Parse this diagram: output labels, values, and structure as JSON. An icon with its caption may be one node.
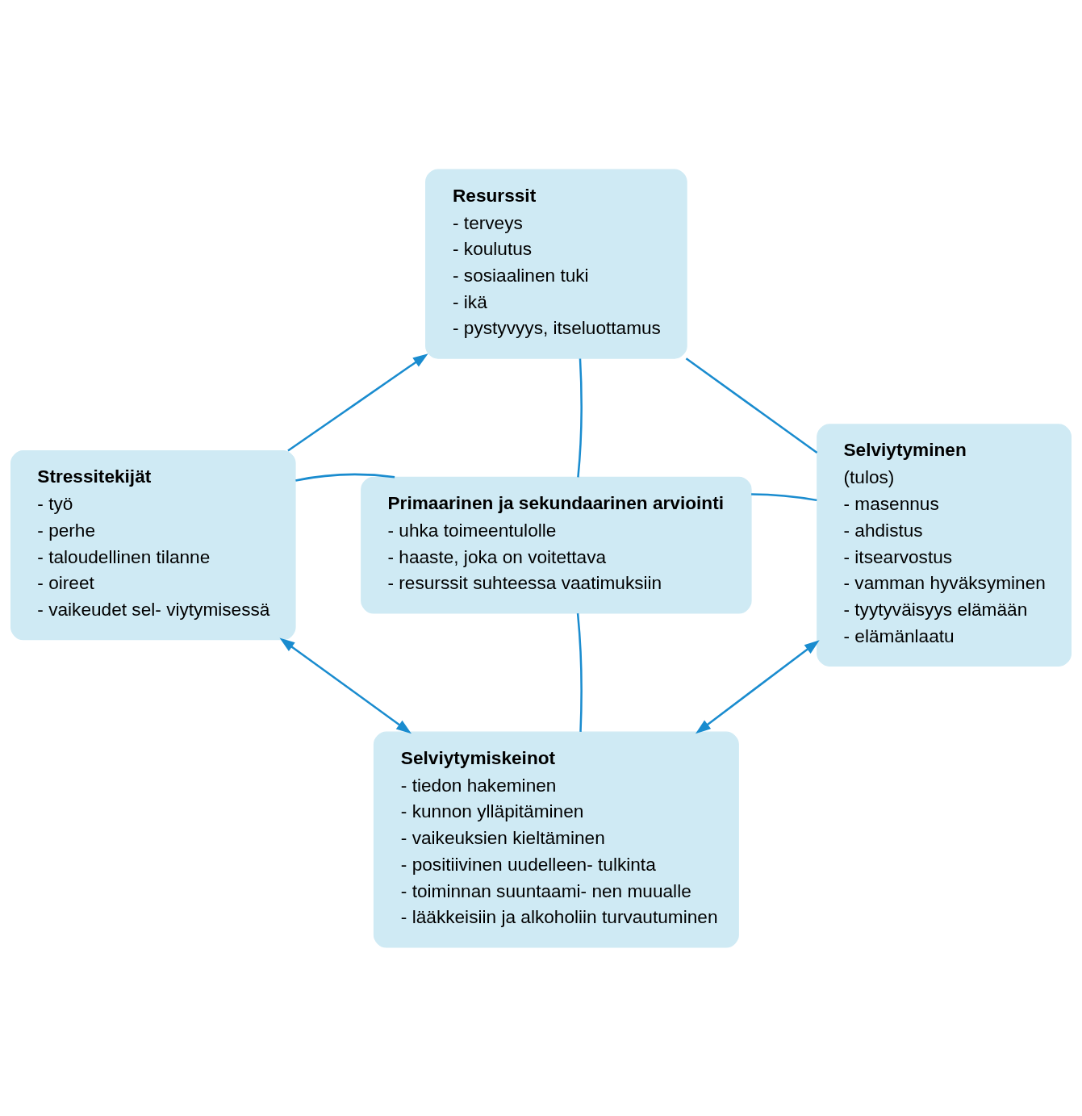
{
  "diagram": {
    "nodes": [
      {
        "text": [
          "Resurssit",
          "- terveys",
          "- koulutus",
          "- sosiaalinen tuki",
          "- ikä",
          "- pystyvyys, itseluottamus"
        ]
      },
      {
        "text": [
          "Stressitekijät",
          "- työ",
          "- perhe",
          "- taloudellinen tilanne",
          "- oireet",
          "- vaikeudet sel- viytymisessä"
        ]
      },
      {
        "text": [
          "Primaarinen ja sekundaarinen arviointi",
          "- uhka toimeentulolle",
          "- haaste, joka on voitettava",
          "- resurssit suhteessa vaatimuksiin"
        ]
      },
      {
        "text": [
          "Selviytyminen",
          "(tulos)",
          "- masennus",
          "- ahdistus",
          "- itsearvostus",
          "- vamman hyväksyminen",
          "- tyytyväisyys elämään",
          "- elämänlaatu"
        ]
      },
      {
        "text": [
          "Selviytymiskeinot",
          "- tiedon hakeminen",
          "- kunnon ylläpitäminen",
          "- vaikeuksien kieltäminen",
          "- positiivinen uudelleen- tulkinta",
          "- toiminnan suuntaami- nen muualle",
          "- lääkkeisiin ja alkoholiin turvautuminen"
        ]
      }
    ],
    "edges": [
      {
        "from": 1,
        "to": 0,
        "arrow": "to"
      },
      {
        "from": 0,
        "to": 3,
        "arrow": "none"
      },
      {
        "from": 0,
        "to": 2,
        "arrow": "none"
      },
      {
        "from": 1,
        "to": 2,
        "arrow": "none"
      },
      {
        "from": 2,
        "to": 3,
        "arrow": "none"
      },
      {
        "from": 2,
        "to": 4,
        "arrow": "none"
      },
      {
        "from": 1,
        "to": 4,
        "arrow": "both"
      },
      {
        "from": 4,
        "to": 3,
        "arrow": "both"
      }
    ]
  }
}
